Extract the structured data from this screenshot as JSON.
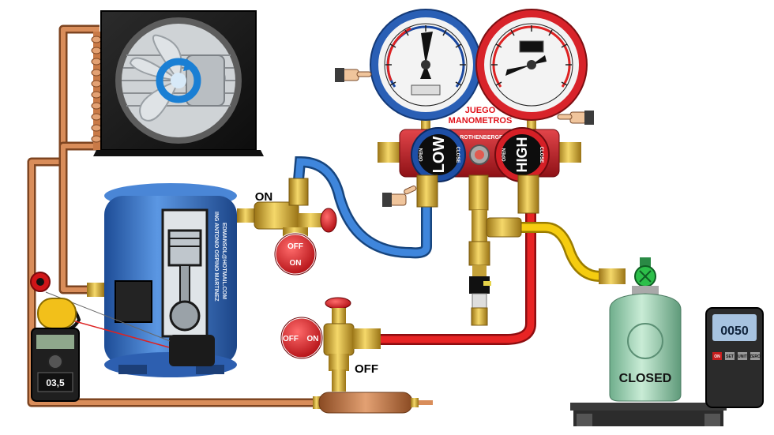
{
  "labels": {
    "valve_on": "ON",
    "valve_off": "OFF",
    "manifold_title_line1": "JUEGO",
    "manifold_title_line2": "MANOMETROS",
    "tank_status": "CLOSED"
  },
  "manifold": {
    "low": "LOW",
    "high": "HIGH",
    "open": "OPEN",
    "close": "CLOSE",
    "brand": "ROTHENBERGER"
  },
  "compressor": {
    "author": "ING ANTONIO OSPINO MARTINEZ",
    "email": "EDMANSOL@HOTMAIL.COM"
  },
  "switch_knobs": [
    {
      "off": "OFF",
      "on": "ON"
    },
    {
      "off": "OFF",
      "on": "ON"
    }
  ],
  "clamp_meter": {
    "reading": "03,5"
  },
  "scale": {
    "reading": "0050",
    "buttons": [
      "ON",
      "SET",
      "UNIT",
      "ZERO"
    ]
  },
  "colors": {
    "low_side_hose": "#2f6fc9",
    "high_side_hose": "#e02020",
    "refrigerant_hose": "#f2c200",
    "copper_pipe": "#c97a47",
    "compressor_body": "#3b7bd1",
    "manifold_body": "#c8202a",
    "tank": "#9ed3b4",
    "label_red": "#e0121a"
  }
}
